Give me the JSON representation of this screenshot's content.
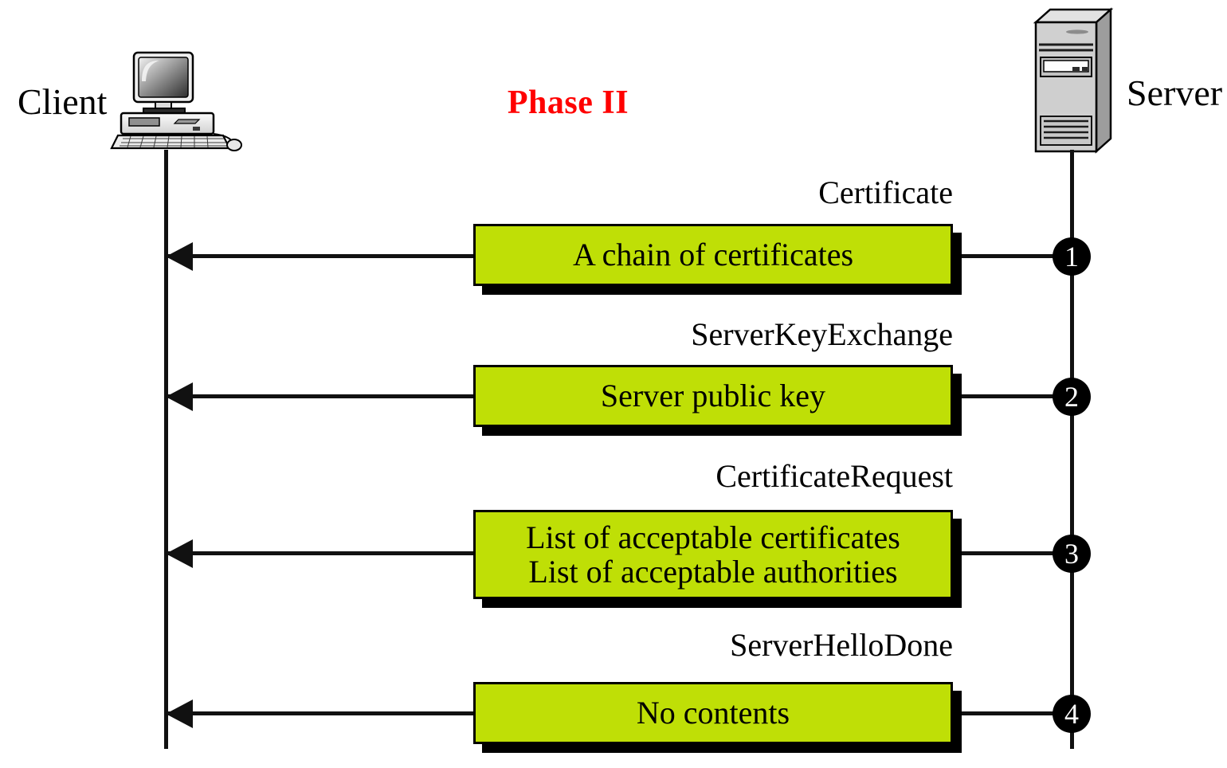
{
  "diagram": {
    "title": "Phase II",
    "title_color": "#ff0000",
    "box_color": "#bfdf06",
    "endpoints": {
      "left": {
        "label": "Client",
        "icon": "desktop-computer-icon"
      },
      "right": {
        "label": "Server",
        "icon": "server-tower-icon"
      }
    },
    "messages": [
      {
        "step": "1",
        "caption": "Certificate",
        "lines": [
          "A chain of certificates"
        ],
        "direction": "server-to-client"
      },
      {
        "step": "2",
        "caption": "ServerKeyExchange",
        "lines": [
          "Server public key"
        ],
        "direction": "server-to-client"
      },
      {
        "step": "3",
        "caption": "CertificateRequest",
        "lines": [
          "List of acceptable certificates",
          "List of acceptable authorities"
        ],
        "direction": "server-to-client"
      },
      {
        "step": "4",
        "caption": "ServerHelloDone",
        "lines": [
          "No contents"
        ],
        "direction": "server-to-client"
      }
    ]
  }
}
